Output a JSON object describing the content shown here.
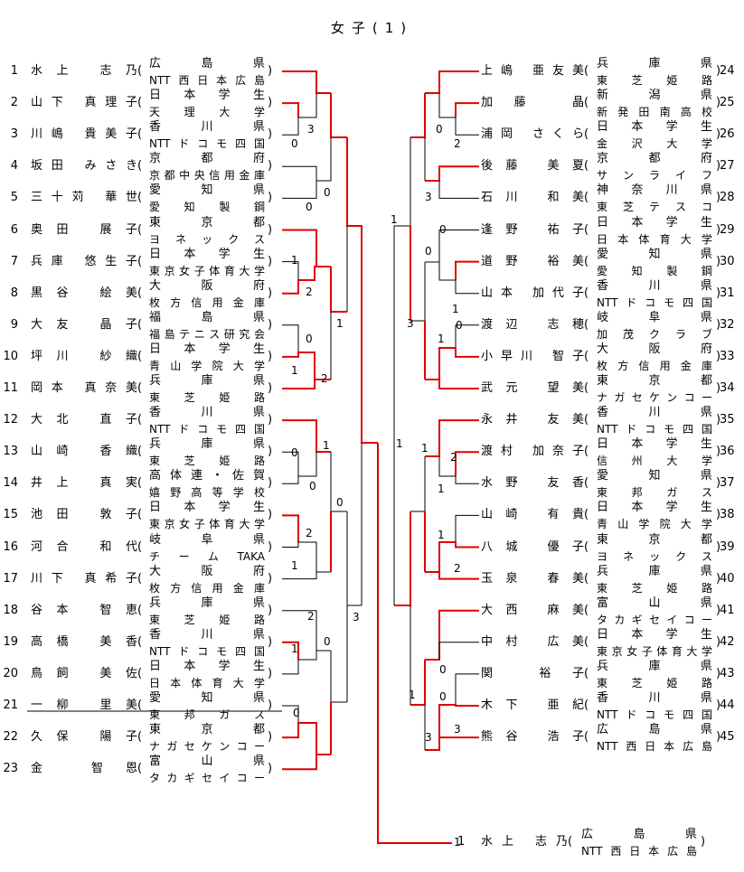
{
  "title": "女子(1)",
  "left": [
    {
      "no": "1",
      "name": "水上 志乃",
      "pref": "広島県",
      "aff": "NTT西日本広島"
    },
    {
      "no": "2",
      "name": "山下 真理子",
      "pref": "日本学生",
      "aff": "天理大学"
    },
    {
      "no": "3",
      "name": "川嶋 貴美子",
      "pref": "香川県",
      "aff": "NTTドコモ四国"
    },
    {
      "no": "4",
      "name": "坂田 みさき",
      "pref": "京都府",
      "aff": "京都中央信用金庫"
    },
    {
      "no": "5",
      "name": "三十苅 華世",
      "pref": "愛知県",
      "aff": "愛知製鋼"
    },
    {
      "no": "6",
      "name": "奥田 展子",
      "pref": "東京都",
      "aff": "ヨネックス"
    },
    {
      "no": "7",
      "name": "兵庫 悠生子",
      "pref": "日本学生",
      "aff": "東京女子体育大学"
    },
    {
      "no": "8",
      "name": "黒谷 絵美",
      "pref": "大阪府",
      "aff": "枚方信用金庫"
    },
    {
      "no": "9",
      "name": "大友 晶子",
      "pref": "福島県",
      "aff": "福島テニス研究会"
    },
    {
      "no": "10",
      "name": "坪川 紗織",
      "pref": "日本学生",
      "aff": "青山学院大学"
    },
    {
      "no": "11",
      "name": "岡本 真奈美",
      "pref": "兵庫県",
      "aff": "東芝姫路"
    },
    {
      "no": "12",
      "name": "大北 直子",
      "pref": "香川県",
      "aff": "NTTドコモ四国"
    },
    {
      "no": "13",
      "name": "山崎 香織",
      "pref": "兵庫県",
      "aff": "東芝姫路"
    },
    {
      "no": "14",
      "name": "井上 真実",
      "pref": "高体連・佐賀",
      "aff": "嬉野高等学校"
    },
    {
      "no": "15",
      "name": "池田 敦子",
      "pref": "日本学生",
      "aff": "東京女子体育大学"
    },
    {
      "no": "16",
      "name": "河合 和代",
      "pref": "岐阜県",
      "aff": "チームTAKA"
    },
    {
      "no": "17",
      "name": "川下 真希子",
      "pref": "大阪府",
      "aff": "枚方信用金庫"
    },
    {
      "no": "18",
      "name": "谷本 智恵",
      "pref": "兵庫県",
      "aff": "東芝姫路"
    },
    {
      "no": "19",
      "name": "高橋 美香",
      "pref": "香川県",
      "aff": "NTTドコモ四国"
    },
    {
      "no": "20",
      "name": "鳥飼 美佐",
      "pref": "日本学生",
      "aff": "日本体育大学"
    },
    {
      "no": "21",
      "name": "一柳 里美",
      "pref": "愛知県",
      "aff": "東邦ガス"
    },
    {
      "no": "22",
      "name": "久保 陽子",
      "pref": "東京都",
      "aff": "ナガセケンコー"
    },
    {
      "no": "23",
      "name": "金 智恩",
      "pref": "富山県",
      "aff": "タカギセイコー"
    }
  ],
  "right": [
    {
      "no": "24",
      "name": "上嶋 亜友美",
      "pref": "兵庫県",
      "aff": "東芝姫路"
    },
    {
      "no": "25",
      "name": "加藤 晶",
      "pref": "新潟県",
      "aff": "新発田南高校"
    },
    {
      "no": "26",
      "name": "浦岡 さくら",
      "pref": "日本学生",
      "aff": "金沢大学"
    },
    {
      "no": "27",
      "name": "後藤 美夏",
      "pref": "京都府",
      "aff": "サンライフ"
    },
    {
      "no": "28",
      "name": "石川 和美",
      "pref": "神奈川県",
      "aff": "東芝テスコ"
    },
    {
      "no": "29",
      "name": "逢野 祐子",
      "pref": "日本学生",
      "aff": "日本体育大学"
    },
    {
      "no": "30",
      "name": "道野 裕美",
      "pref": "愛知県",
      "aff": "愛知製鋼"
    },
    {
      "no": "31",
      "name": "山本 加代子",
      "pref": "香川県",
      "aff": "NTTドコモ四国"
    },
    {
      "no": "32",
      "name": "渡辺 志穂",
      "pref": "岐阜県",
      "aff": "加茂クラブ"
    },
    {
      "no": "33",
      "name": "小早川 智子",
      "pref": "大阪府",
      "aff": "枚方信用金庫"
    },
    {
      "no": "34",
      "name": "武元 望美",
      "pref": "東京都",
      "aff": "ナガセケンコー"
    },
    {
      "no": "35",
      "name": "永井 友美",
      "pref": "香川県",
      "aff": "NTTドコモ四国"
    },
    {
      "no": "36",
      "name": "渡村 加奈子",
      "pref": "日本学生",
      "aff": "信州大学"
    },
    {
      "no": "37",
      "name": "水野 友香",
      "pref": "愛知県",
      "aff": "東邦ガス"
    },
    {
      "no": "38",
      "name": "山崎 有貴",
      "pref": "日本学生",
      "aff": "青山学院大学"
    },
    {
      "no": "39",
      "name": "八城 優子",
      "pref": "東京都",
      "aff": "ヨネックス"
    },
    {
      "no": "40",
      "name": "玉泉 春美",
      "pref": "兵庫県",
      "aff": "東芝姫路"
    },
    {
      "no": "41",
      "name": "大西 麻美",
      "pref": "富山県",
      "aff": "タカギセイコー"
    },
    {
      "no": "42",
      "name": "中村 広美",
      "pref": "日本学生",
      "aff": "東京女子体育大学"
    },
    {
      "no": "43",
      "name": "関 裕子",
      "pref": "兵庫県",
      "aff": "東芝姫路"
    },
    {
      "no": "44",
      "name": "木下 亜紀",
      "pref": "香川県",
      "aff": "NTTドコモ四国"
    },
    {
      "no": "45",
      "name": "熊谷 浩子",
      "pref": "広島県",
      "aff": "NTT西日本広島"
    }
  ],
  "winner": {
    "no": "1",
    "name": "水上 志乃",
    "pref": "広島県",
    "aff": "NTT西日本広島"
  },
  "scores": {
    "l_r1_2_3": [
      "3",
      "0"
    ],
    "l_r1_4_5": [
      "0",
      "0"
    ],
    "l_r1_7_8": [
      "1",
      "2"
    ],
    "l_r1_9_10": [
      "0",
      "1"
    ],
    "l_r2_9_11": [
      "2"
    ],
    "l_r2_6": [
      "1"
    ],
    "l_r1_13_14": [
      "0",
      "0"
    ],
    "l_r2_12": [
      "1"
    ],
    "l_r1_15_16": [
      "2",
      "1"
    ],
    "l_r2_12_17": [
      "0"
    ],
    "l_r1_19_20": [
      "1"
    ],
    "l_r2_18": [
      "2",
      "0"
    ],
    "l_r1_21": [
      "0"
    ],
    "l_r3_18_22": [
      "3"
    ],
    "l_r4": [
      "1"
    ],
    "r_r1_25_26": [
      "0",
      "2"
    ],
    "r_r2_24_27": [
      "3",
      "1"
    ],
    "r_r1_29_30": [
      "0"
    ],
    "r_r1_30_31": [
      "1"
    ],
    "r_r2_29": [
      "0"
    ],
    "r_r1_32_33": [
      "1",
      "0"
    ],
    "r_r3": [
      "3"
    ],
    "r_r1_36_37": [
      "2",
      "1"
    ],
    "r_r2_35": [
      "1"
    ],
    "r_r1_38_39": [
      "1",
      "2"
    ],
    "r_r2_41_42": [
      "0"
    ],
    "r_r1_43_44": [
      "0",
      "3"
    ],
    "r_r3_43": [
      "1",
      "3"
    ],
    "final": [
      "1"
    ]
  },
  "colors": {
    "win": "#e00000",
    "line": "#000000"
  }
}
